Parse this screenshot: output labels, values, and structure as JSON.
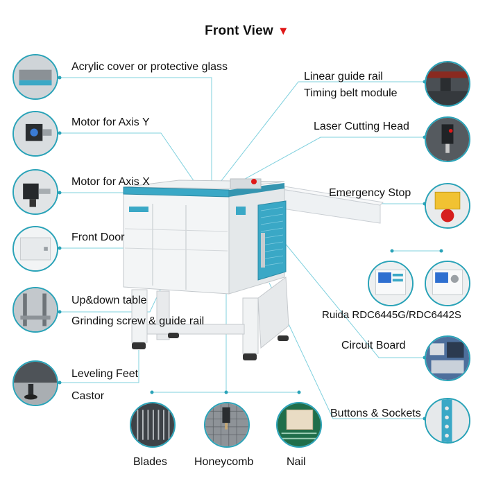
{
  "title": "Front View",
  "accent_color": "#2aa3b8",
  "marker_color": "#e01818",
  "labels": {
    "acrylic_cover": "Acrylic cover or protective glass",
    "motor_y": "Motor for Axis Y",
    "motor_x": "Motor for Axis X",
    "front_door": "Front Door",
    "up_down_table": "Up&down table",
    "grinding_screw": "Grinding screw & guide rail",
    "leveling_feet": "Leveling Feet",
    "castor": "Castor",
    "linear_guide": "Linear guide rail",
    "timing_belt": "Timing belt module",
    "laser_head": "Laser Cutting Head",
    "emergency_stop": "Emergency Stop",
    "ruida": "Ruida RDC6445G/RDC6442S",
    "circuit_board": "Circuit Board",
    "buttons_sockets": "Buttons & Sockets",
    "blades": "Blades",
    "honeycomb": "Honeycomb",
    "nail": "Nail"
  },
  "icons": {
    "acrylic": "acrylic-cover-photo-icon",
    "motor_y": "motor-y-photo-icon",
    "motor_x": "motor-x-photo-icon",
    "door": "front-door-photo-icon",
    "table": "up-down-table-photo-icon",
    "feet": "leveling-feet-photo-icon",
    "rail": "linear-guide-photo-icon",
    "head": "laser-head-photo-icon",
    "estop": "emergency-stop-photo-icon",
    "ruida": "ruida-controller-photo-icon",
    "board": "circuit-board-photo-icon",
    "sockets": "buttons-sockets-photo-icon",
    "blades": "blades-photo-icon",
    "honeycomb": "honeycomb-photo-icon",
    "nail": "nail-photo-icon"
  }
}
